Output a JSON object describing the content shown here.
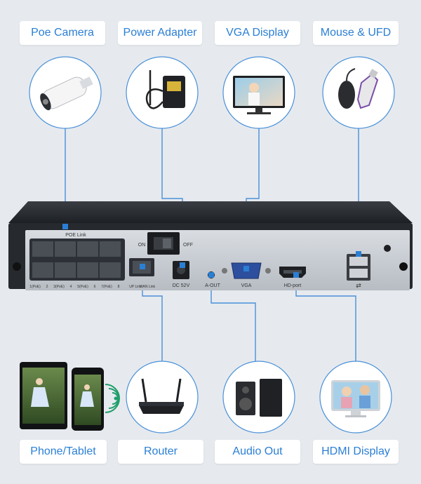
{
  "top_labels": [
    "Poe Camera",
    "Power Adapter",
    "VGA Display",
    "Mouse & UFD"
  ],
  "bottom_labels": [
    "Phone/Tablet",
    "Router",
    "Audio Out",
    "HDMI Display"
  ],
  "nvr": {
    "poe_title": "POE Link",
    "switch_on": "ON",
    "switch_off": "OFF",
    "dc_label": "DC 52V",
    "aout_label": "A-OUT",
    "vga_label": "VGA",
    "hdmi_label": "HD-port",
    "lan_label1": "UP Link",
    "lan_label2": "WAN Link",
    "port_labels": [
      "1(PoE)",
      "2",
      "3(PoE)",
      "4",
      "5(PoE)",
      "6",
      "7(PoE)",
      "8"
    ]
  },
  "colors": {
    "accent": "#2a7fd4",
    "label_text": "#2a7fd4",
    "background": "#e6eaee",
    "chassis": "#2b2e33"
  }
}
